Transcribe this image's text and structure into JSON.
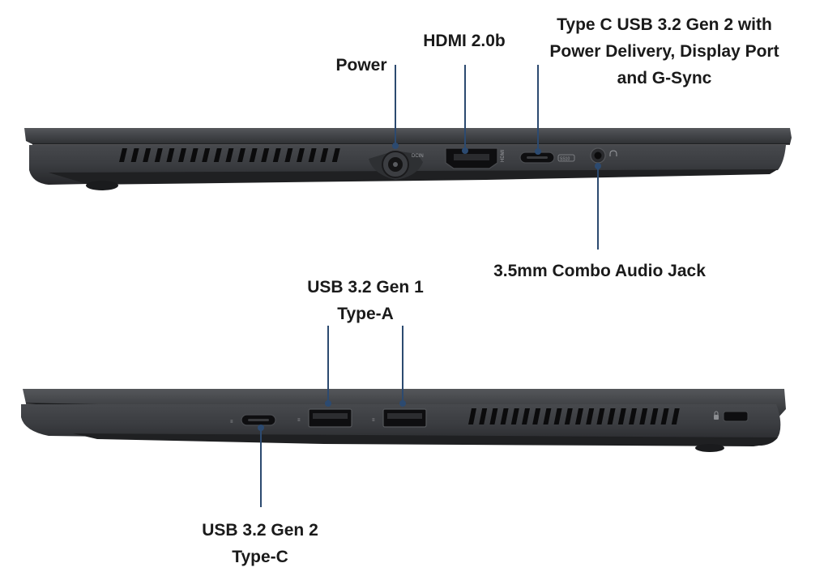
{
  "top_view": {
    "power": {
      "label": "Power",
      "icon": "dc-in-port-icon",
      "port_text": "DCIN"
    },
    "hdmi": {
      "label": "HDMI 2.0b",
      "icon": "hdmi-port-icon",
      "port_text": "HDMI"
    },
    "usb_c": {
      "label_lines": [
        "Type C USB 3.2 Gen 2 with",
        "Power Delivery, Display Port",
        "and G-Sync"
      ],
      "icon": "usb-c-port-icon",
      "port_text": "SS10"
    },
    "audio": {
      "label": "3.5mm Combo Audio Jack",
      "icon": "audio-jack-icon"
    }
  },
  "bottom_view": {
    "usb_a": {
      "label_lines": [
        "USB 3.2 Gen 1",
        "Type-A"
      ],
      "icon": "usb-a-port-icon"
    },
    "usb_c": {
      "label_lines": [
        "USB 3.2 Gen 2",
        "Type-C"
      ],
      "icon": "usb-c-port-icon"
    },
    "lock": {
      "icon": "kensington-lock-icon"
    }
  },
  "colors": {
    "leader": "#2c4a70",
    "chassis": "#3a3c3f",
    "chassis_dark": "#232427",
    "port": "#0e0e10",
    "text": "#1a1a1a"
  }
}
